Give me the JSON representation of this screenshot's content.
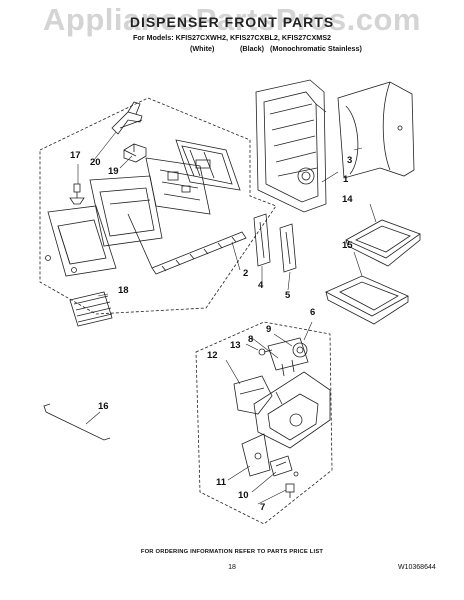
{
  "watermark": "AppliancePartsPros.com",
  "title": "DISPENSER FRONT PARTS",
  "models_line": "For Models: KFIS27CXWH2, KFIS27CXBL2, KFIS27CXMS2",
  "variants": [
    "(White)",
    "(Black)",
    "(Monochromatic Stainless)"
  ],
  "callouts": [
    "1",
    "2",
    "3",
    "4",
    "5",
    "6",
    "7",
    "8",
    "9",
    "10",
    "11",
    "12",
    "13",
    "14",
    "15",
    "16",
    "17",
    "18",
    "19",
    "20"
  ],
  "footer": "FOR ORDERING INFORMATION REFER TO PARTS PRICE LIST",
  "page_number": "18",
  "doc_number": "W10368644"
}
